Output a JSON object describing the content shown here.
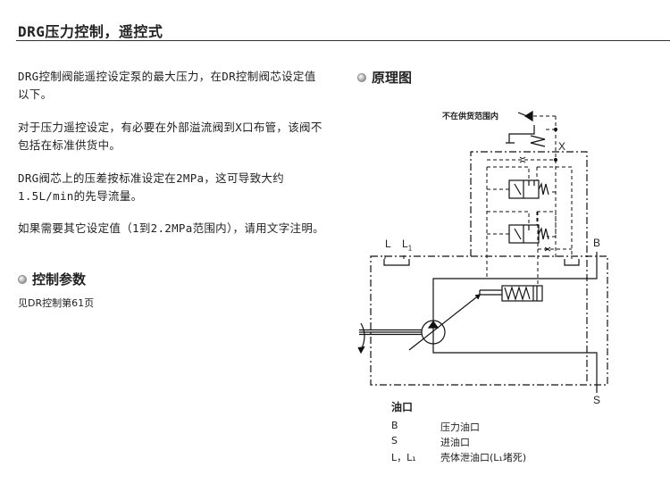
{
  "title": "DRG压力控制，遥控式",
  "paragraphs": [
    "DRG控制阀能遥控设定泵的最大压力，在DR控制阀芯设定值以下。",
    "对于压力遥控设定，有必要在外部溢流阀到X口布管，该阀不包括在标准供货中。",
    "DRG阀芯上的压差按标准设定在2MPa，这可导致大约1.5L/min的先导流量。",
    "如果需要其它设定值（1到2.2MPa范围内），请用文字注明。"
  ],
  "control_params": {
    "heading": "控制参数",
    "text": "见DR控制第61页"
  },
  "schematic": {
    "heading": "原理图",
    "not_supplied_label": "不在供货范围内",
    "port_labels": {
      "x": "X",
      "l": "L",
      "l1": "L",
      "l1_sub": "1",
      "b": "B",
      "s": "S"
    }
  },
  "ports": {
    "heading": "油口",
    "rows": [
      {
        "key": "B",
        "desc": "压力油口"
      },
      {
        "key": "S",
        "desc": "进油口"
      },
      {
        "key": "L，L₁",
        "desc": "壳体泄油口(L₁堵死)"
      }
    ]
  }
}
